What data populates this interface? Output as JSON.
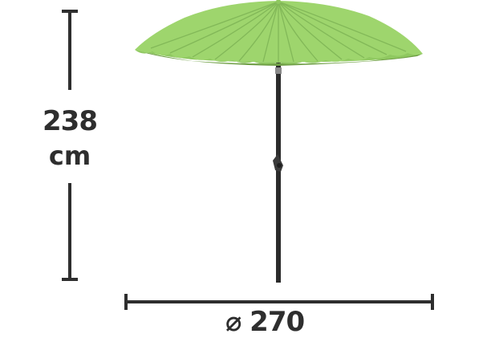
{
  "dimensions": {
    "height_value": "238",
    "height_unit": "cm",
    "width_value": "⌀ 270"
  },
  "colors": {
    "background": "#ffffff",
    "canopy_light": "#9ed56d",
    "canopy_mid": "#8fc860",
    "canopy_dark": "#6f9f45",
    "pole": "#2b2b2b",
    "dimension_line": "#2e2e2e"
  },
  "product": {
    "type": "garden-parasol-icon"
  }
}
